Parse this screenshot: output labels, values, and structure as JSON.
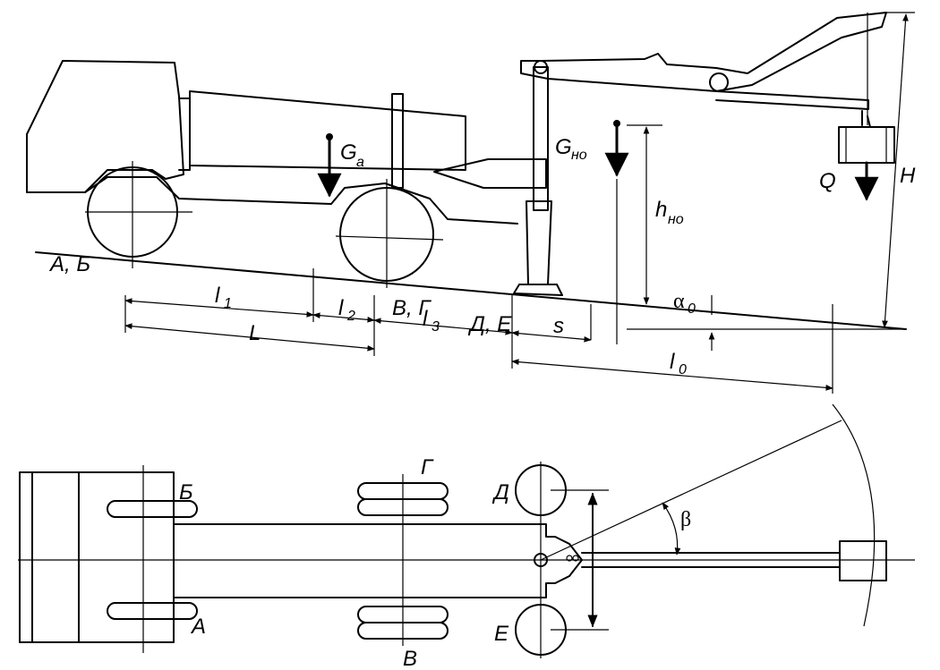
{
  "labels": {
    "ab": "А, Б",
    "vg": "В, Г",
    "de": "Д, Е",
    "ga": "G",
    "ga_sub": "a",
    "gno": "G",
    "gno_sub": "но",
    "hno": "h",
    "hno_sub": "но",
    "q": "Q",
    "h": "H",
    "l1": "l",
    "l1_sub": "1",
    "l2": "l",
    "l2_sub": "2",
    "l3": "l",
    "l3_sub": "3",
    "L": "L",
    "s": "s",
    "l0": "l",
    "l0_sub": "0",
    "alpha": "α",
    "alpha_sub": "0",
    "beta": "β",
    "plan_b": "Б",
    "plan_a": "А",
    "plan_g": "Г",
    "plan_v": "В",
    "plan_d": "Д",
    "plan_e": "Е"
  }
}
